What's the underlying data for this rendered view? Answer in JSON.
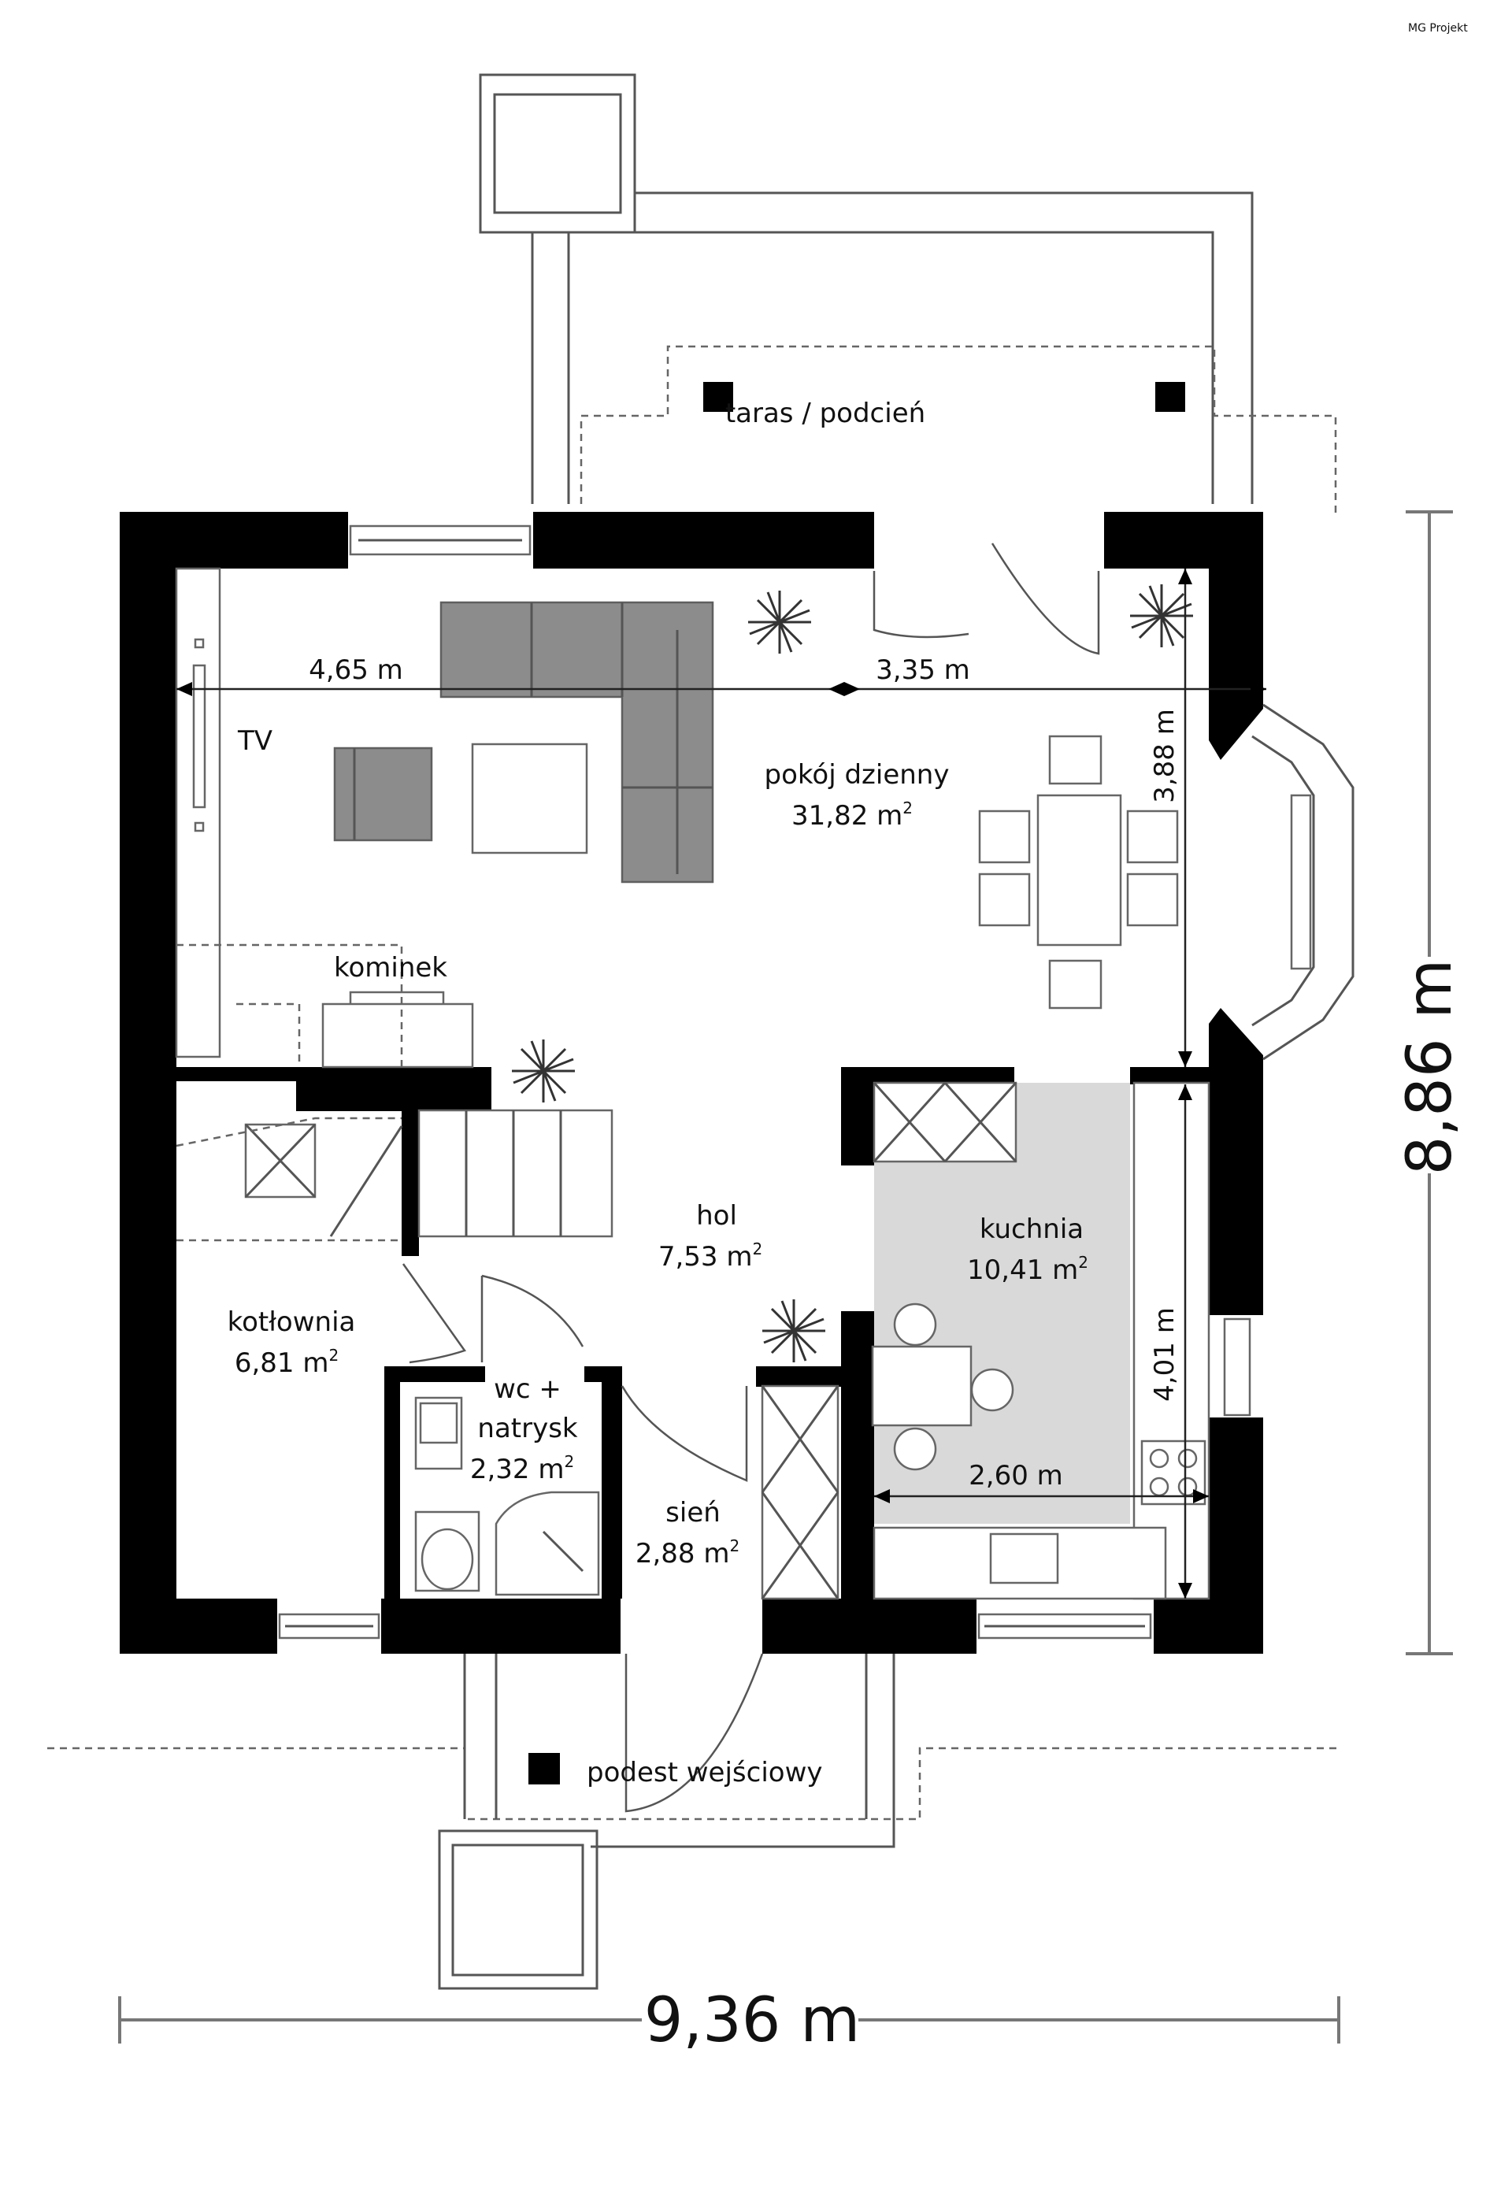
{
  "brand": "MG Projekt",
  "rooms": {
    "taras": {
      "name": "taras / podcień"
    },
    "pokoj": {
      "name": "pokój dzienny",
      "area": "31,82 m"
    },
    "kominek": {
      "name": "kominek"
    },
    "tv": {
      "name": "TV"
    },
    "hol": {
      "name": "hol",
      "area": "7,53 m"
    },
    "kuchnia": {
      "name": "kuchnia",
      "area": "10,41 m"
    },
    "kotlownia": {
      "name": "kotłownia",
      "area": "6,81 m"
    },
    "wc": {
      "name_line1": "wc +",
      "name_line2": "natrysk",
      "area": "2,32 m"
    },
    "sien": {
      "name": "sień",
      "area": "2,88 m"
    },
    "podest": {
      "name": "podest wejściowy"
    }
  },
  "area_unit_sup": "2",
  "dimensions": {
    "d_465": "4,65 m",
    "d_335": "3,35 m",
    "d_388": "3,88 m",
    "d_401": "4,01 m",
    "d_260": "2,60 m",
    "total_width": "9,36 m",
    "total_height": "8,86 m"
  }
}
